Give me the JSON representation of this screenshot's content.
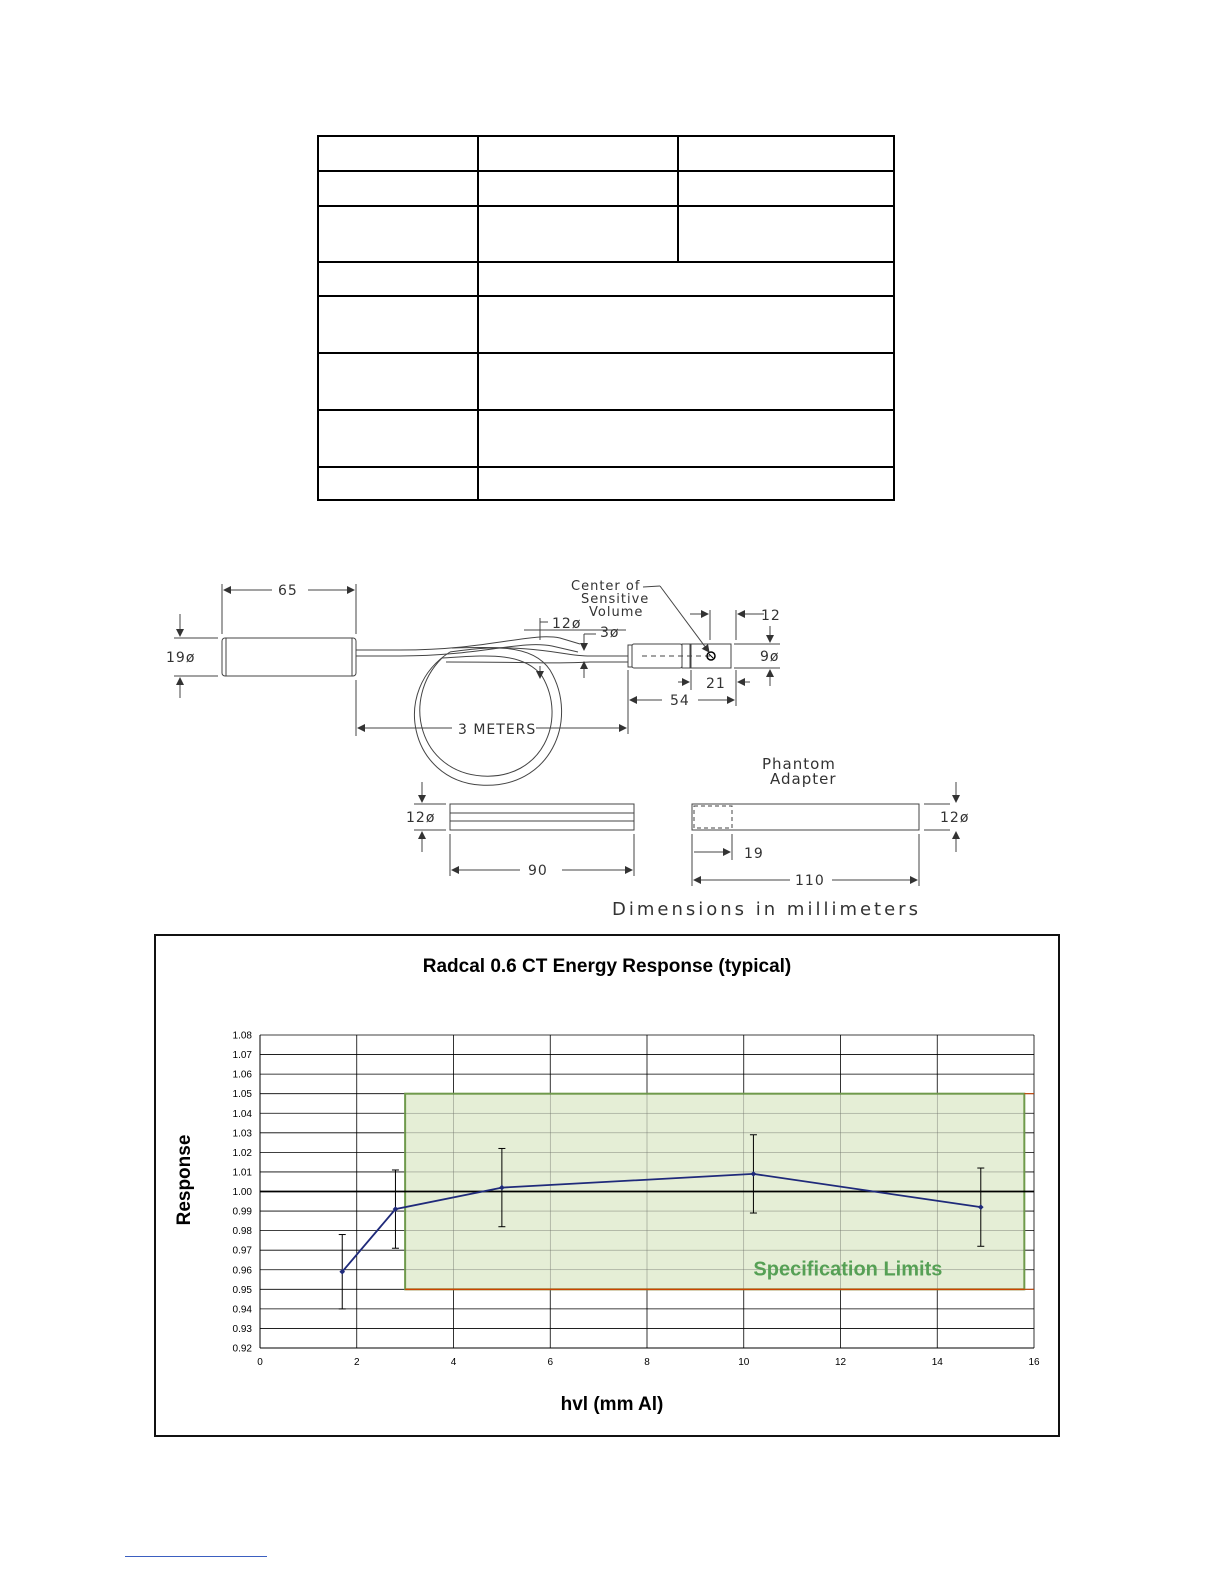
{
  "drawing": {
    "labels": {
      "d65": "65",
      "d19o": "19ø",
      "center1": "Center of",
      "center2": "Sensitive",
      "center3": "Volume",
      "d12o_top": "12ø",
      "d3o": "3ø",
      "d12_right": "12",
      "d9o": "9ø",
      "d21": "21",
      "d54": "54",
      "meters": "3 METERS",
      "phantom1": "Phantom",
      "phantom2": "Adapter",
      "d12o_left": "12ø",
      "d12o_right2": "12ø",
      "d19": "19",
      "d90": "90",
      "d110": "110",
      "caption": "Dimensions in millimeters"
    }
  },
  "chart_data": {
    "type": "line",
    "title": "Radcal 0.6 CT Energy Response (typical)",
    "xlabel": "hvl (mm Al)",
    "ylabel": "Response",
    "xlim": [
      0,
      16
    ],
    "ylim": [
      0.92,
      1.08
    ],
    "xticks": [
      "0",
      "2",
      "4",
      "6",
      "8",
      "10",
      "12",
      "14",
      "16"
    ],
    "yticks": [
      "0.92",
      "0.93",
      "0.94",
      "0.95",
      "0.96",
      "0.97",
      "0.98",
      "0.99",
      "1.00",
      "1.01",
      "1.02",
      "1.03",
      "1.04",
      "1.05",
      "1.06",
      "1.07",
      "1.08"
    ],
    "grid": true,
    "series": [
      {
        "x": [
          1.7,
          2.8,
          5.0,
          10.2,
          14.9
        ],
        "y": [
          0.959,
          0.991,
          1.002,
          1.009,
          0.992
        ],
        "error": [
          0.019,
          0.02,
          0.02,
          0.02,
          0.02
        ],
        "color": "#1f2a7a"
      }
    ],
    "reference_line": 1.0,
    "spec_band": {
      "x": [
        3.0,
        15.8
      ],
      "y": [
        0.95,
        1.05
      ],
      "label": "Specification Limits",
      "fill": "#e3edd2",
      "border": "#6f9a4c",
      "label_color": "#56a055"
    },
    "limit_line_color": "#cc4400"
  }
}
